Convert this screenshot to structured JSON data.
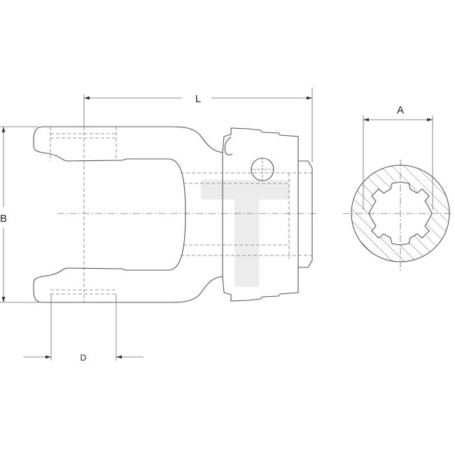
{
  "dimensions": {
    "length": "L",
    "spline_diameter": "A",
    "yoke_width": "B",
    "cross_bore": "D"
  },
  "watermark": "T",
  "colors": {
    "line": "#555555",
    "watermark": "#e6e6e6"
  }
}
